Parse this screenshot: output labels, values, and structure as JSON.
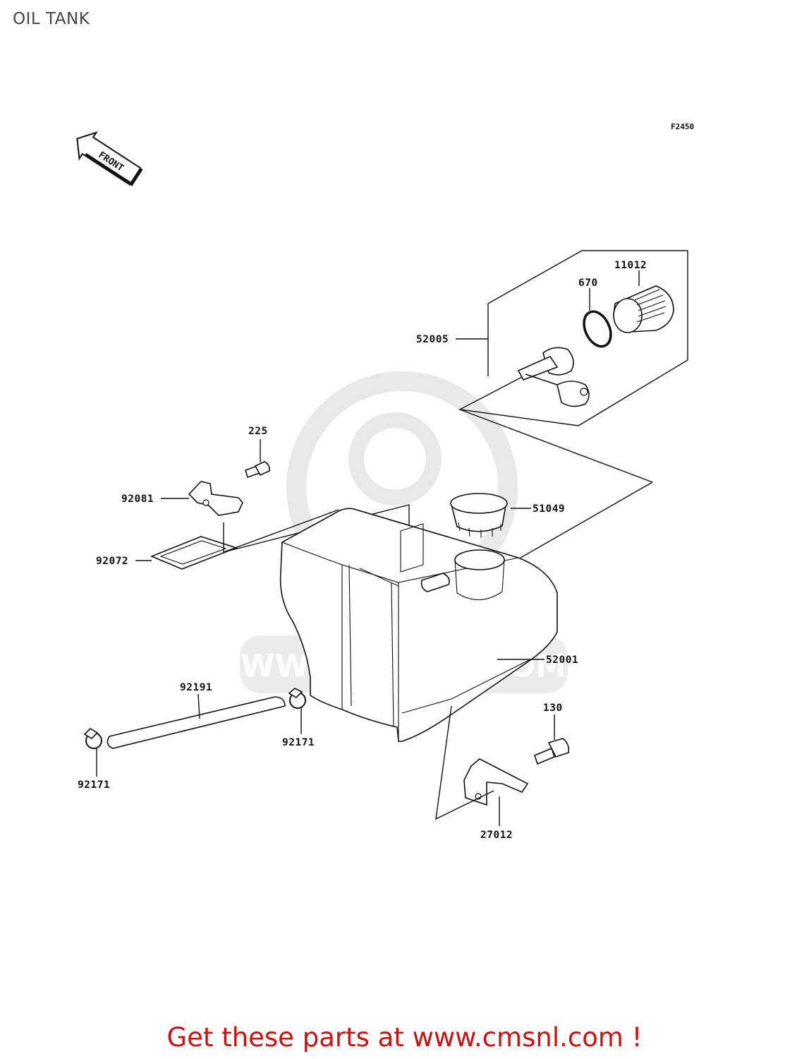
{
  "header": {
    "title": "OIL TANK"
  },
  "diagram": {
    "figure_code": "F2450",
    "front_arrow_label": "FRONT",
    "watermark_text": "WWW.CMSNL.COM",
    "callouts": [
      {
        "id": "11012",
        "label": "11012"
      },
      {
        "id": "670",
        "label": "670"
      },
      {
        "id": "52005",
        "label": "52005"
      },
      {
        "id": "225",
        "label": "225"
      },
      {
        "id": "92081",
        "label": "92081"
      },
      {
        "id": "51049",
        "label": "51049"
      },
      {
        "id": "92072",
        "label": "92072"
      },
      {
        "id": "52001",
        "label": "52001"
      },
      {
        "id": "92191",
        "label": "92191"
      },
      {
        "id": "130",
        "label": "130"
      },
      {
        "id": "92171a",
        "label": "92171"
      },
      {
        "id": "92171b",
        "label": "92171"
      },
      {
        "id": "27012",
        "label": "27012"
      }
    ]
  },
  "footer": {
    "cta": "Get these parts at www.cmsnl.com !",
    "cta_color": "#cc1111"
  }
}
